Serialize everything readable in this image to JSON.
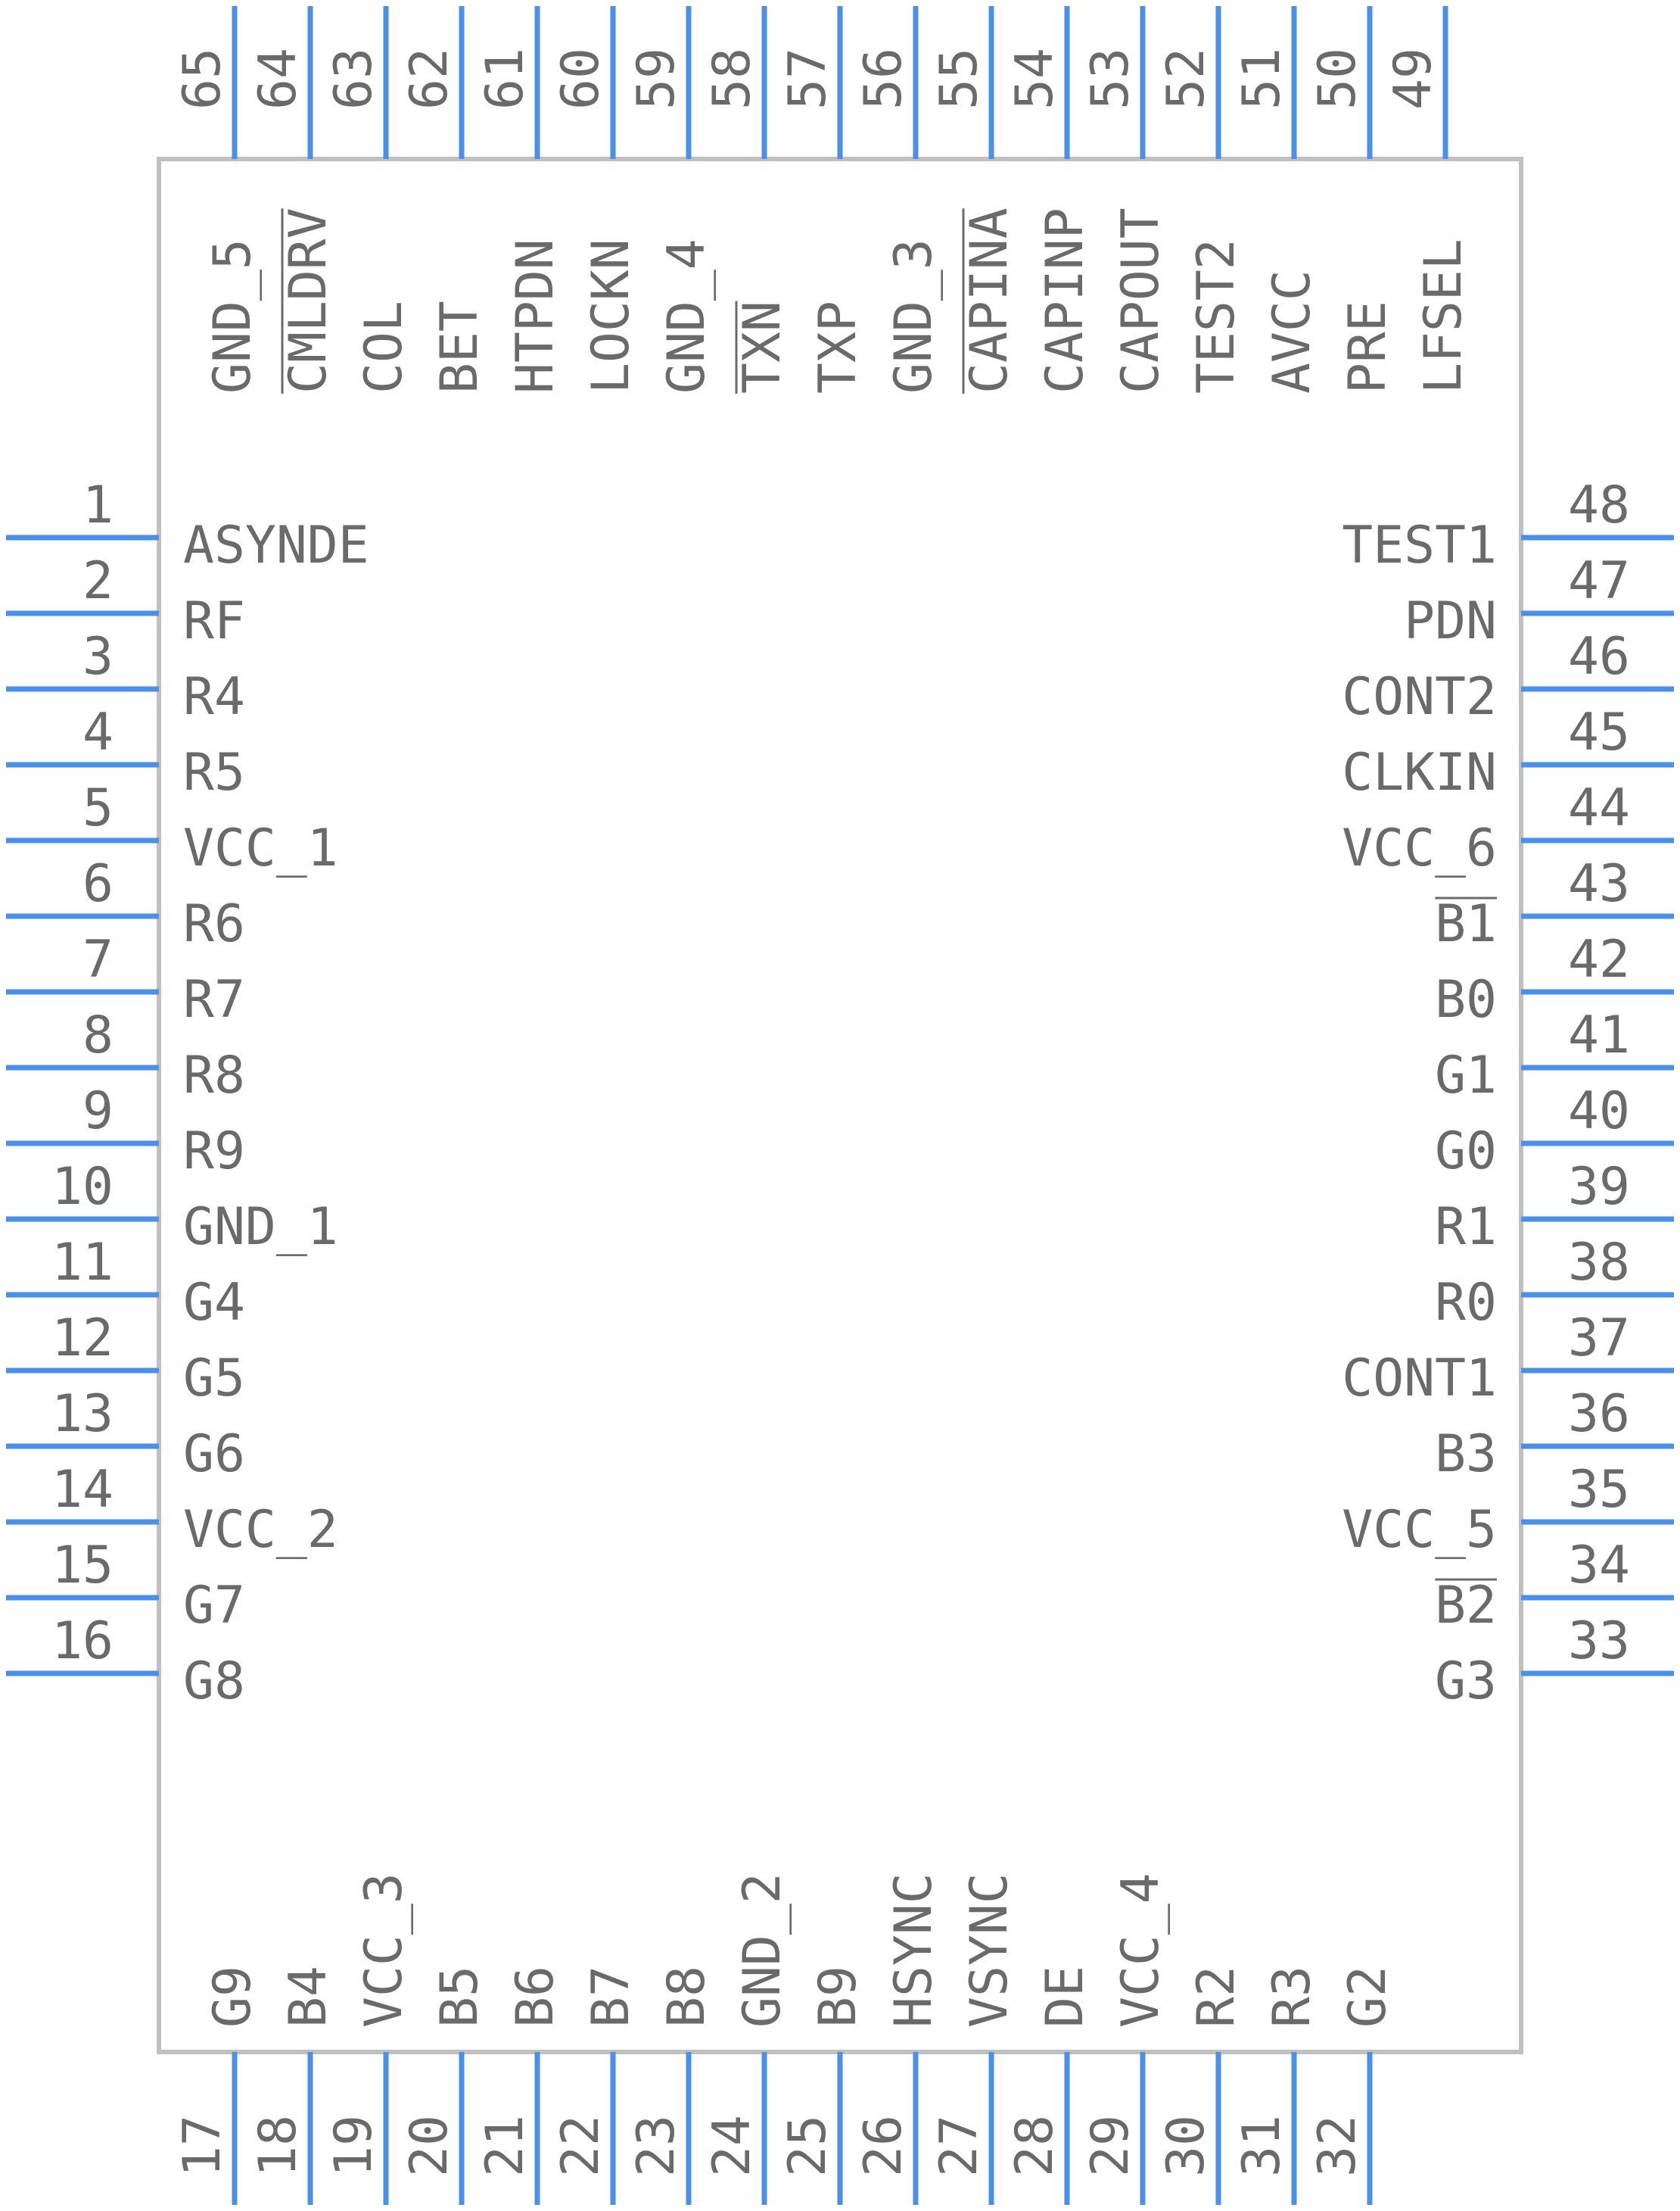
{
  "component": {
    "body_color": "#c0c0c0",
    "pin_color": "#4a8fe8",
    "text_color": "#6a6a6a"
  },
  "pins": {
    "left": [
      {
        "number": "1",
        "name": "ASYNDE"
      },
      {
        "number": "2",
        "name": "RF"
      },
      {
        "number": "3",
        "name": "R4"
      },
      {
        "number": "4",
        "name": "R5"
      },
      {
        "number": "5",
        "name": "VCC_1"
      },
      {
        "number": "6",
        "name": "R6"
      },
      {
        "number": "7",
        "name": "R7"
      },
      {
        "number": "8",
        "name": "R8"
      },
      {
        "number": "9",
        "name": "R9"
      },
      {
        "number": "10",
        "name": "GND_1"
      },
      {
        "number": "11",
        "name": "G4"
      },
      {
        "number": "12",
        "name": "G5"
      },
      {
        "number": "13",
        "name": "G6"
      },
      {
        "number": "14",
        "name": "VCC_2"
      },
      {
        "number": "15",
        "name": "G7"
      },
      {
        "number": "16",
        "name": "G8"
      }
    ],
    "bottom": [
      {
        "number": "17",
        "name": "G9"
      },
      {
        "number": "18",
        "name": "B4"
      },
      {
        "number": "19",
        "name": "VCC_3"
      },
      {
        "number": "20",
        "name": "B5"
      },
      {
        "number": "21",
        "name": "B6"
      },
      {
        "number": "22",
        "name": "B7"
      },
      {
        "number": "23",
        "name": "B8"
      },
      {
        "number": "24",
        "name": "GND_2"
      },
      {
        "number": "25",
        "name": "B9"
      },
      {
        "number": "26",
        "name": "HSYNC"
      },
      {
        "number": "27",
        "name": "VSYNC"
      },
      {
        "number": "28",
        "name": "DE"
      },
      {
        "number": "29",
        "name": "VCC_4"
      },
      {
        "number": "30",
        "name": "R2"
      },
      {
        "number": "31",
        "name": "R3"
      },
      {
        "number": "32",
        "name": "G2"
      }
    ],
    "right": [
      {
        "number": "33",
        "name": "G3"
      },
      {
        "number": "34",
        "name": "B2",
        "overbar": true
      },
      {
        "number": "35",
        "name": "VCC_5"
      },
      {
        "number": "36",
        "name": "B3"
      },
      {
        "number": "37",
        "name": "CONT1"
      },
      {
        "number": "38",
        "name": "R0"
      },
      {
        "number": "39",
        "name": "R1"
      },
      {
        "number": "40",
        "name": "G0"
      },
      {
        "number": "41",
        "name": "G1"
      },
      {
        "number": "42",
        "name": "B0"
      },
      {
        "number": "43",
        "name": "B1",
        "overbar": true
      },
      {
        "number": "44",
        "name": "VCC_6"
      },
      {
        "number": "45",
        "name": "CLKIN"
      },
      {
        "number": "46",
        "name": "CONT2"
      },
      {
        "number": "47",
        "name": "PDN"
      },
      {
        "number": "48",
        "name": "TEST1"
      }
    ],
    "top": [
      {
        "number": "49",
        "name": "LFSEL"
      },
      {
        "number": "50",
        "name": "PRE"
      },
      {
        "number": "51",
        "name": "AVCC"
      },
      {
        "number": "52",
        "name": "TEST2"
      },
      {
        "number": "53",
        "name": "CAPOUT"
      },
      {
        "number": "54",
        "name": "CAPINP"
      },
      {
        "number": "55",
        "name": "CAPINA",
        "overbar": true
      },
      {
        "number": "56",
        "name": "GND_3"
      },
      {
        "number": "57",
        "name": "TXP"
      },
      {
        "number": "58",
        "name": "TXN",
        "overbar": true
      },
      {
        "number": "59",
        "name": "GND_4"
      },
      {
        "number": "60",
        "name": "LOCKN"
      },
      {
        "number": "61",
        "name": "HTPDN"
      },
      {
        "number": "62",
        "name": "BET"
      },
      {
        "number": "63",
        "name": "COL"
      },
      {
        "number": "64",
        "name": "CMLDRV",
        "overbar": true
      },
      {
        "number": "65",
        "name": "GND_5"
      }
    ]
  }
}
